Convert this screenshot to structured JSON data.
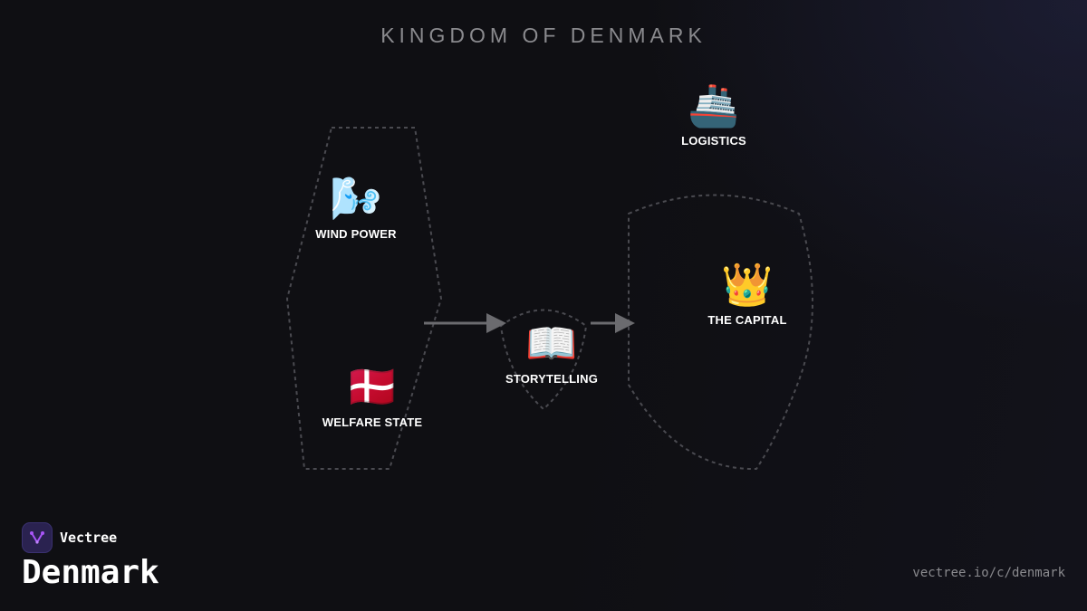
{
  "title": "KINGDOM OF DENMARK",
  "nodes": {
    "logistics": {
      "label": "LOGISTICS",
      "icon": "cruise-ship-icon",
      "glyph": "🚢"
    },
    "wind_power": {
      "label": "WIND POWER",
      "icon": "wind-face-icon",
      "glyph": "🌬️"
    },
    "welfare_state": {
      "label": "WELFARE STATE",
      "icon": "denmark-flag-icon",
      "glyph": "🇩🇰"
    },
    "storytelling": {
      "label": "STORYTELLING",
      "icon": "open-book-icon",
      "glyph": "📖"
    },
    "the_capital": {
      "label": "THE CAPITAL",
      "icon": "crown-icon",
      "glyph": "👑"
    }
  },
  "brand": {
    "name": "Vectree",
    "icon": "vectree-logo-icon",
    "accent": "#a855f7"
  },
  "footer": {
    "title": "Denmark",
    "url": "vectree.io/c/denmark"
  },
  "colors": {
    "background": "#0f0f13",
    "outline": "#4a4a50",
    "arrow": "#6b6b6f",
    "muted_text": "#8a8a8e"
  }
}
